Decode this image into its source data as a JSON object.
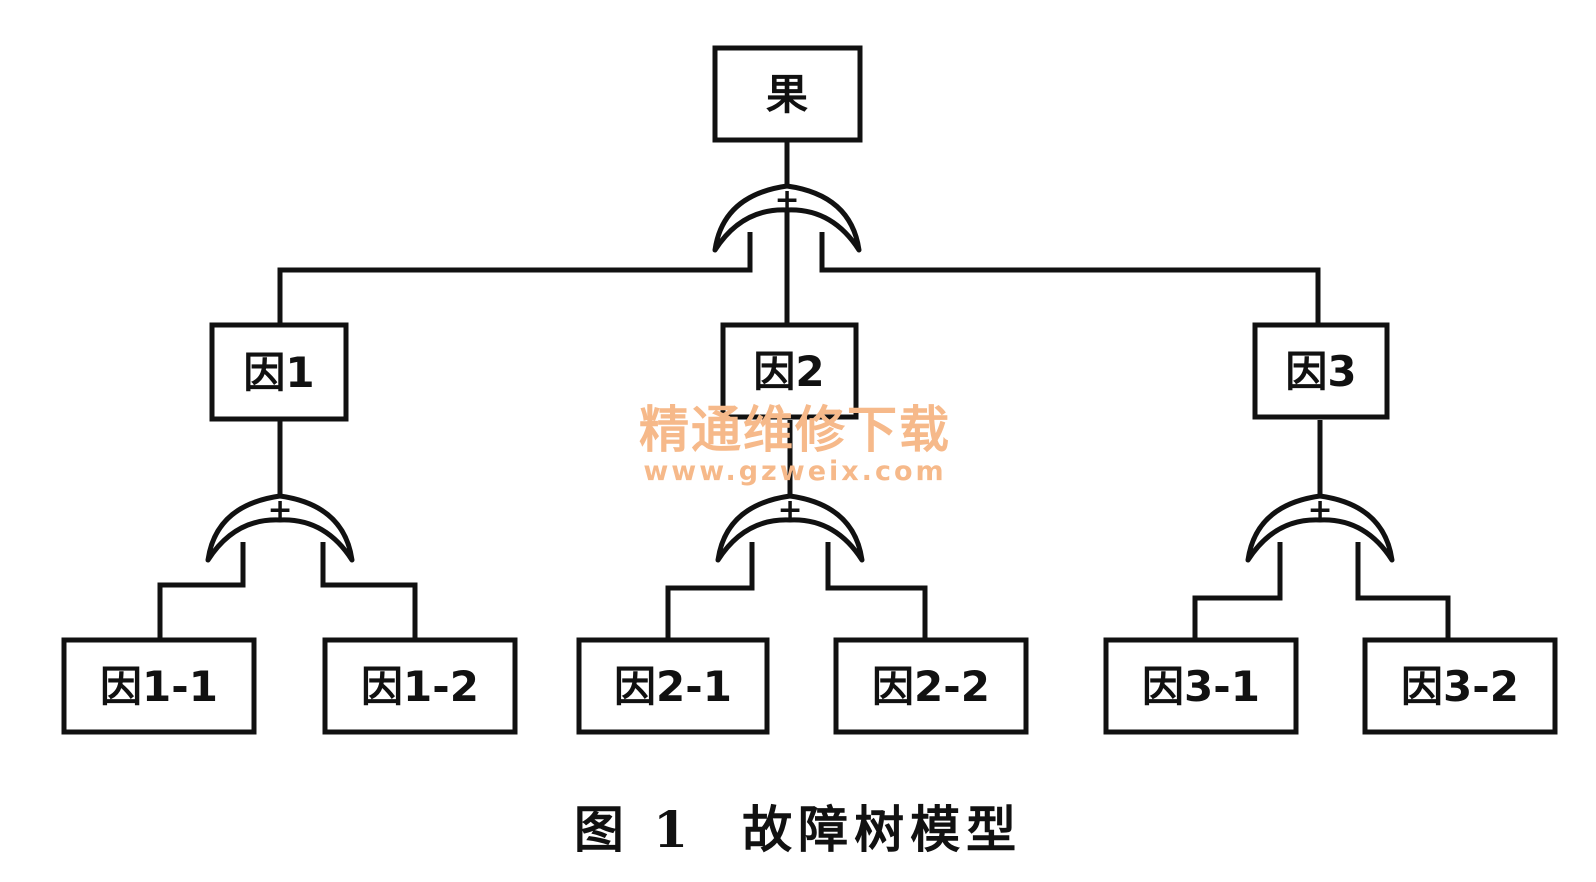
{
  "nodes": {
    "top": "果",
    "cause1": "因1",
    "cause2": "因2",
    "cause3": "因3",
    "cause1_1": "因1-1",
    "cause1_2": "因1-2",
    "cause2_1": "因2-1",
    "cause2_2": "因2-2",
    "cause3_1": "因3-1",
    "cause3_2": "因3-2"
  },
  "gates": {
    "symbol": "+"
  },
  "watermark": {
    "text": "精通维修下载",
    "url": "www.gzweix.com",
    "color": "#f6b98a"
  },
  "caption": {
    "figure_number": "图 1",
    "title": "故障树模型"
  },
  "colors": {
    "line": "#111111",
    "background": "#ffffff"
  }
}
